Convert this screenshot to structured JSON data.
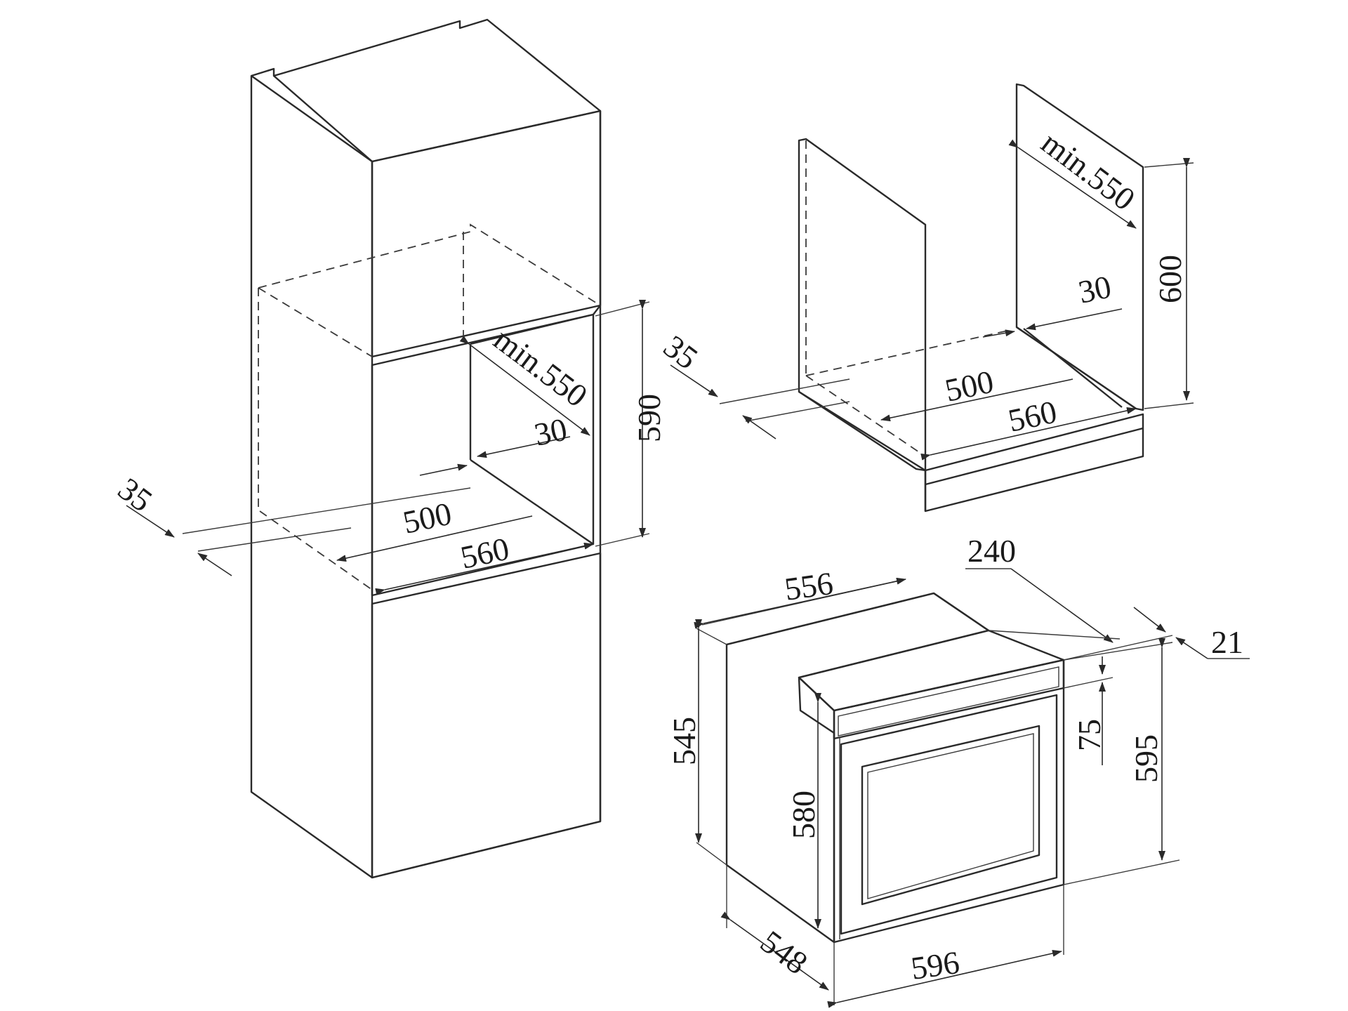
{
  "column_cabinet": {
    "depth_label": "min.550",
    "back_gap_label": "30",
    "inner_depth_label": "500",
    "width_label": "560",
    "height_label": "590",
    "ventilation_label": "35"
  },
  "undercounter_cabinet": {
    "depth_label": "min.550",
    "back_gap_label": "30",
    "inner_depth_label": "500",
    "width_label": "560",
    "height_label": "600",
    "ventilation_label": "35"
  },
  "oven": {
    "total_depth_label": "556",
    "top_depth_label": "240",
    "front_offset_label": "21",
    "body_height_label": "545",
    "front_height_label": "595",
    "panel_height_label": "75",
    "door_height_label": "580",
    "body_depth_label": "548",
    "width_label": "596"
  }
}
